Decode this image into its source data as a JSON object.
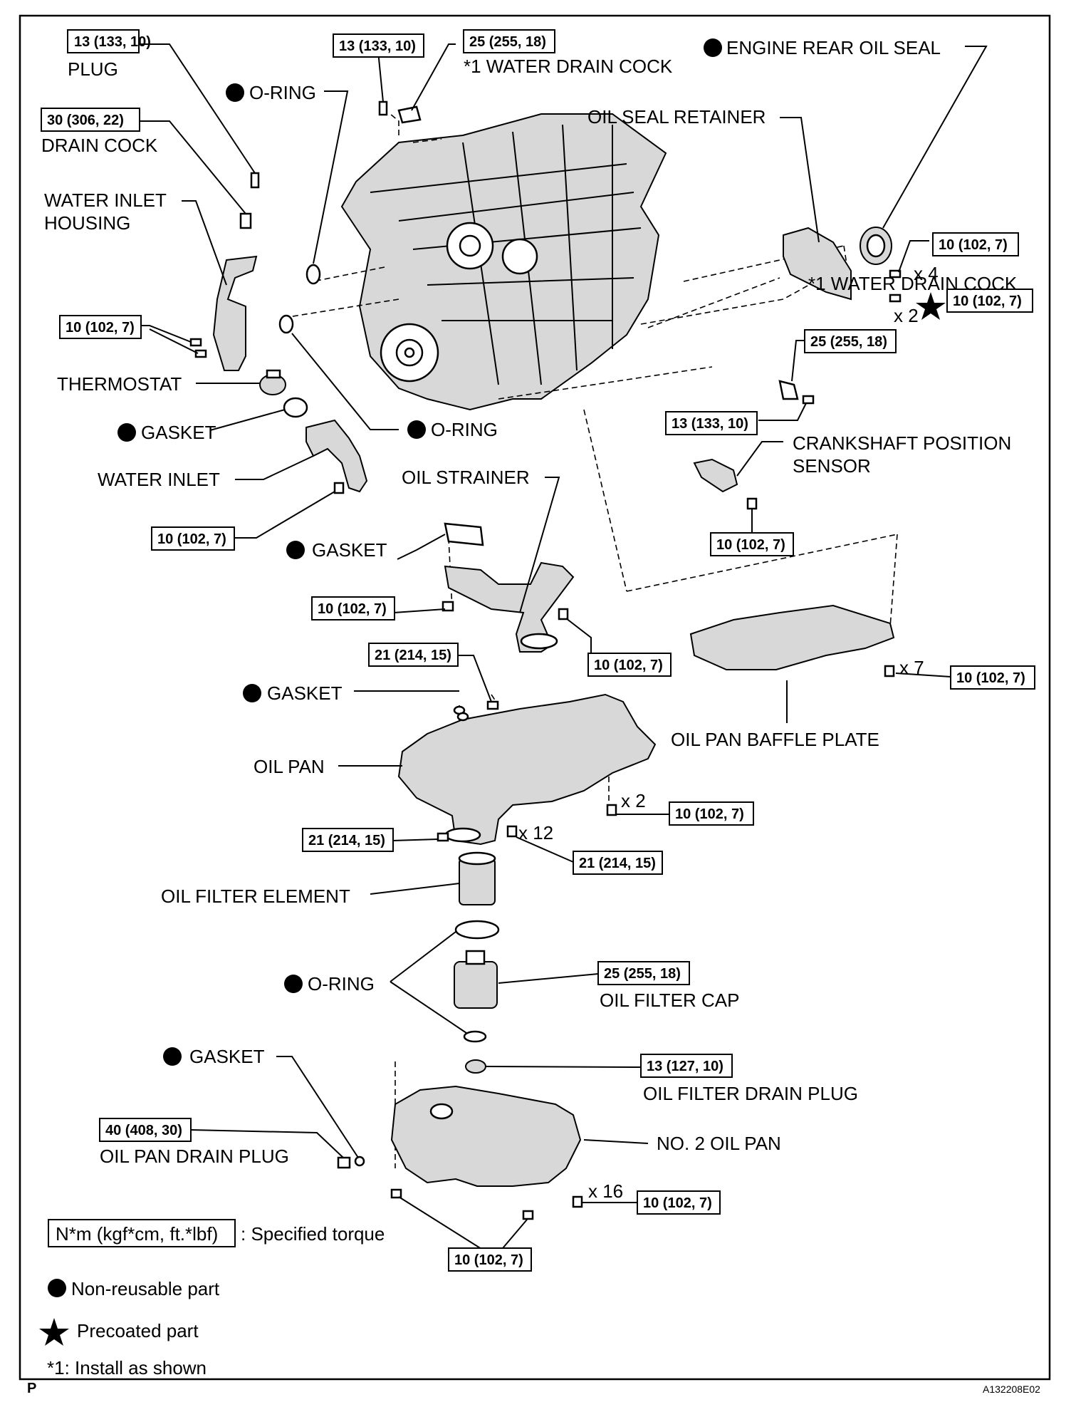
{
  "labels": {
    "plug": "PLUG",
    "drain_cock": "DRAIN COCK",
    "water_inlet_housing_1": "WATER INLET",
    "water_inlet_housing_2": "HOUSING",
    "o_ring_top": "O-RING",
    "water_drain_cock_top": "*1 WATER DRAIN COCK",
    "engine_rear_oil_seal": "ENGINE REAR OIL SEAL",
    "oil_seal_retainer": "OIL SEAL RETAINER",
    "thermostat": "THERMOSTAT",
    "gasket_1": "GASKET",
    "o_ring_mid": "O-RING",
    "water_inlet": "WATER INLET",
    "water_drain_cock_right": "*1 WATER DRAIN COCK",
    "crankshaft_sensor_1": "CRANKSHAFT POSITION",
    "crankshaft_sensor_2": "SENSOR",
    "oil_strainer": "OIL STRAINER",
    "gasket_2": "GASKET",
    "gasket_3": "GASKET",
    "oil_pan": "OIL PAN",
    "oil_pan_baffle_plate": "OIL PAN BAFFLE PLATE",
    "oil_filter_element": "OIL FILTER ELEMENT",
    "o_ring_low": "O-RING",
    "oil_filter_cap": "OIL FILTER CAP",
    "gasket_4": "GASKET",
    "oil_filter_drain_plug": "OIL FILTER DRAIN PLUG",
    "oil_pan_drain_plug": "OIL PAN DRAIN PLUG",
    "no2_oil_pan": "NO. 2 OIL PAN"
  },
  "qty": {
    "x4": "x 4",
    "x2_top": "x 2",
    "x7": "x 7",
    "x2_pan": "x 2",
    "x12": "x 12",
    "x16": "x 16"
  },
  "torque": {
    "plug": "13 (133, 10)",
    "drain_cock": "30 (306, 22)",
    "housing_bolt": "10 (102, 7)",
    "top_plug": "13 (133, 10)",
    "top_drain_cock": "25 (255, 18)",
    "retainer_bolt_a": "10 (102, 7)",
    "retainer_bolt_b": "10 (102, 7)",
    "right_drain_cock": "25 (255, 18)",
    "right_plug": "13 (133, 10)",
    "sensor_bolt": "10 (102, 7)",
    "water_inlet_bolt": "10 (102, 7)",
    "strainer_nut": "10 (102, 7)",
    "strainer_bolt": "10 (102, 7)",
    "baffle_bolt": "10 (102, 7)",
    "pan_nut_top": "21 (214, 15)",
    "pan_bolt_x2": "10 (102, 7)",
    "pan_nut_bottom": "21 (214, 15)",
    "pan_bolt_x12": "21 (214, 15)",
    "filter_cap": "25 (255, 18)",
    "filter_drain_plug": "13 (127, 10)",
    "pan_drain_plug": "40 (408, 30)",
    "no2_pan_bolt": "10 (102, 7)",
    "no2_pan_nut": "10 (102, 7)"
  },
  "legend": {
    "torque_box": "N*m (kgf*cm, ft.*lbf)",
    "torque_desc": ": Specified torque",
    "non_reusable": "Non-reusable part",
    "precoated": "Precoated part",
    "install_note": "*1: Install as shown"
  },
  "footer": {
    "corner_mark": "P",
    "figure_id": "A132208E02"
  }
}
